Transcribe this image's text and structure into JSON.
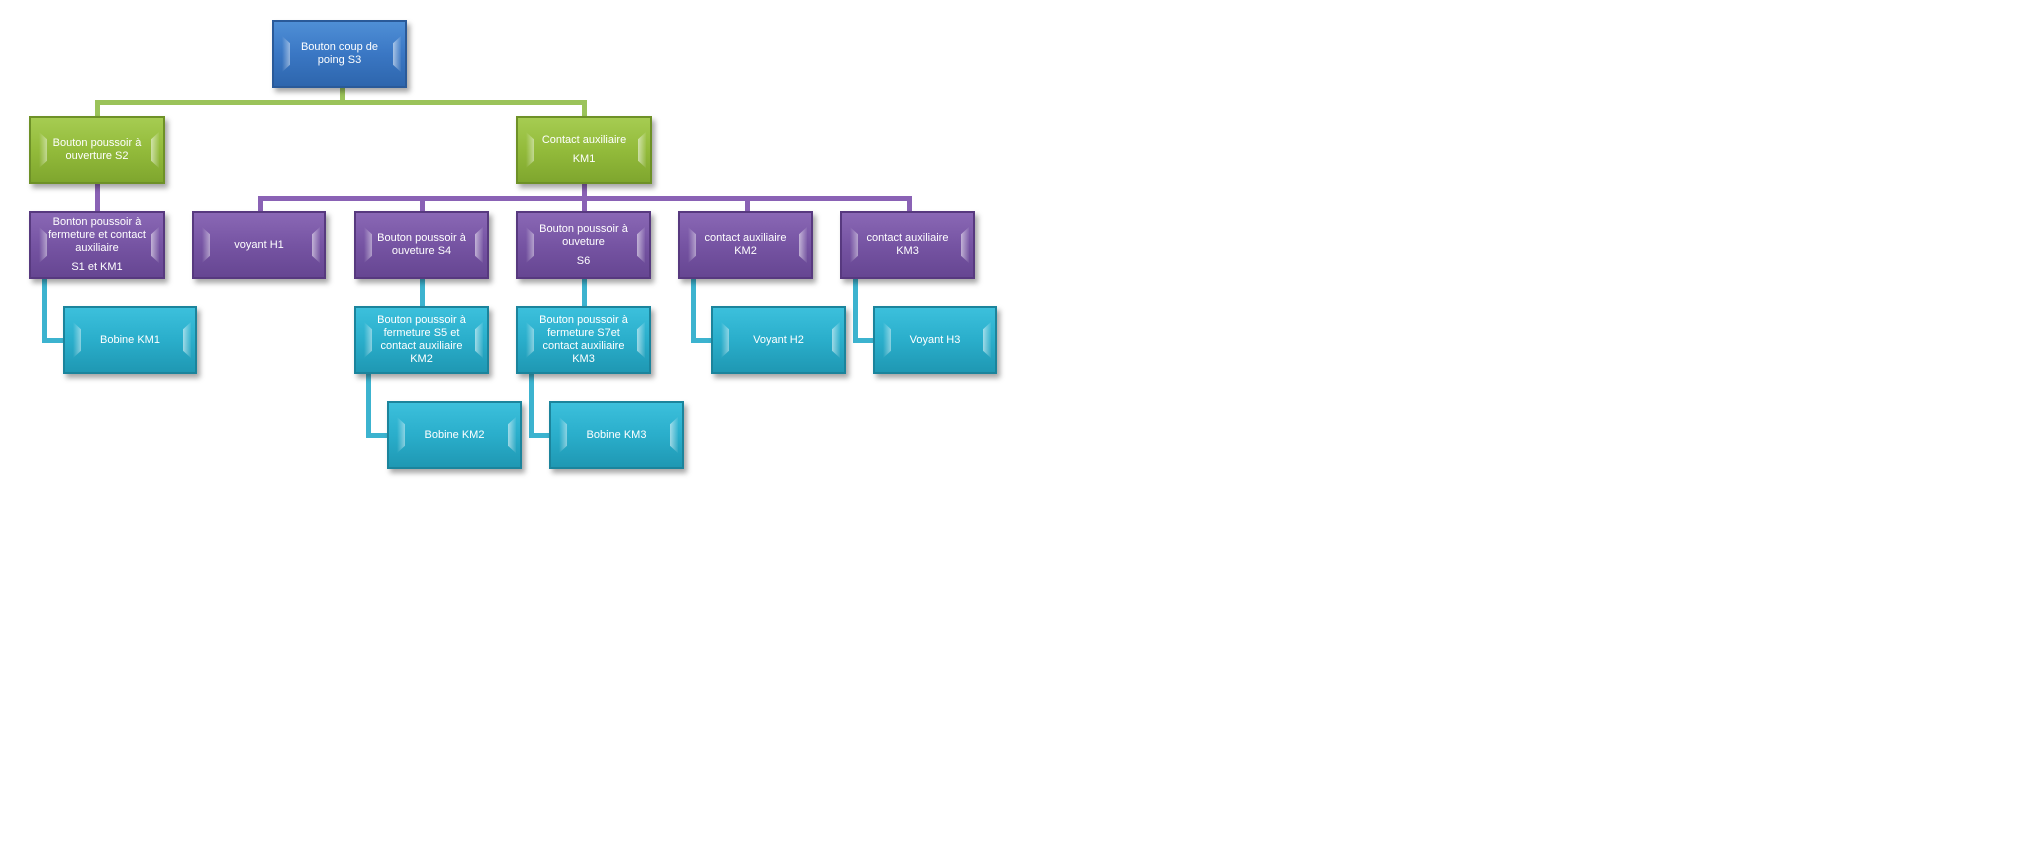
{
  "colors": {
    "level1": "#3a77c4",
    "level2": "#93bb3b",
    "level3": "#7654a3",
    "level4": "#2aaecb",
    "connector_green": "#9bc35a",
    "connector_purple": "#8a62b5",
    "connector_teal": "#3cb3cf"
  },
  "nodes": {
    "root": {
      "line1": "Bouton coup de poing S3",
      "line2": ""
    },
    "s2": {
      "line1": "Bouton poussoir à ouverture S2",
      "line2": ""
    },
    "km1_aux": {
      "line1": "Contact auxiliaire",
      "line2": "KM1"
    },
    "s1_km1": {
      "line1": "Bonton poussoir à fermeture et contact auxiliaire",
      "line2": "S1 et KM1"
    },
    "bobine_km1": {
      "line1": "Bobine KM1",
      "line2": ""
    },
    "h1": {
      "line1": "voyant H1",
      "line2": ""
    },
    "s4": {
      "line1": "Bouton poussoir à ouveture S4",
      "line2": ""
    },
    "s6": {
      "line1": "Bouton poussoir à ouveture",
      "line2": "S6"
    },
    "km2_aux": {
      "line1": "contact auxiliaire KM2",
      "line2": ""
    },
    "km3_aux": {
      "line1": "contact auxiliaire KM3",
      "line2": ""
    },
    "s5_km2": {
      "line1": "Bouton poussoir à fermeture S5 et contact auxiliaire KM2",
      "line2": ""
    },
    "s7_km3": {
      "line1": "Bouton poussoir à fermeture S7et contact auxiliaire KM3",
      "line2": ""
    },
    "h2": {
      "line1": "Voyant H2",
      "line2": ""
    },
    "h3": {
      "line1": "Voyant H3",
      "line2": ""
    },
    "bobine_km2": {
      "line1": "Bobine KM2",
      "line2": ""
    },
    "bobine_km3": {
      "line1": "Bobine KM3",
      "line2": ""
    }
  }
}
